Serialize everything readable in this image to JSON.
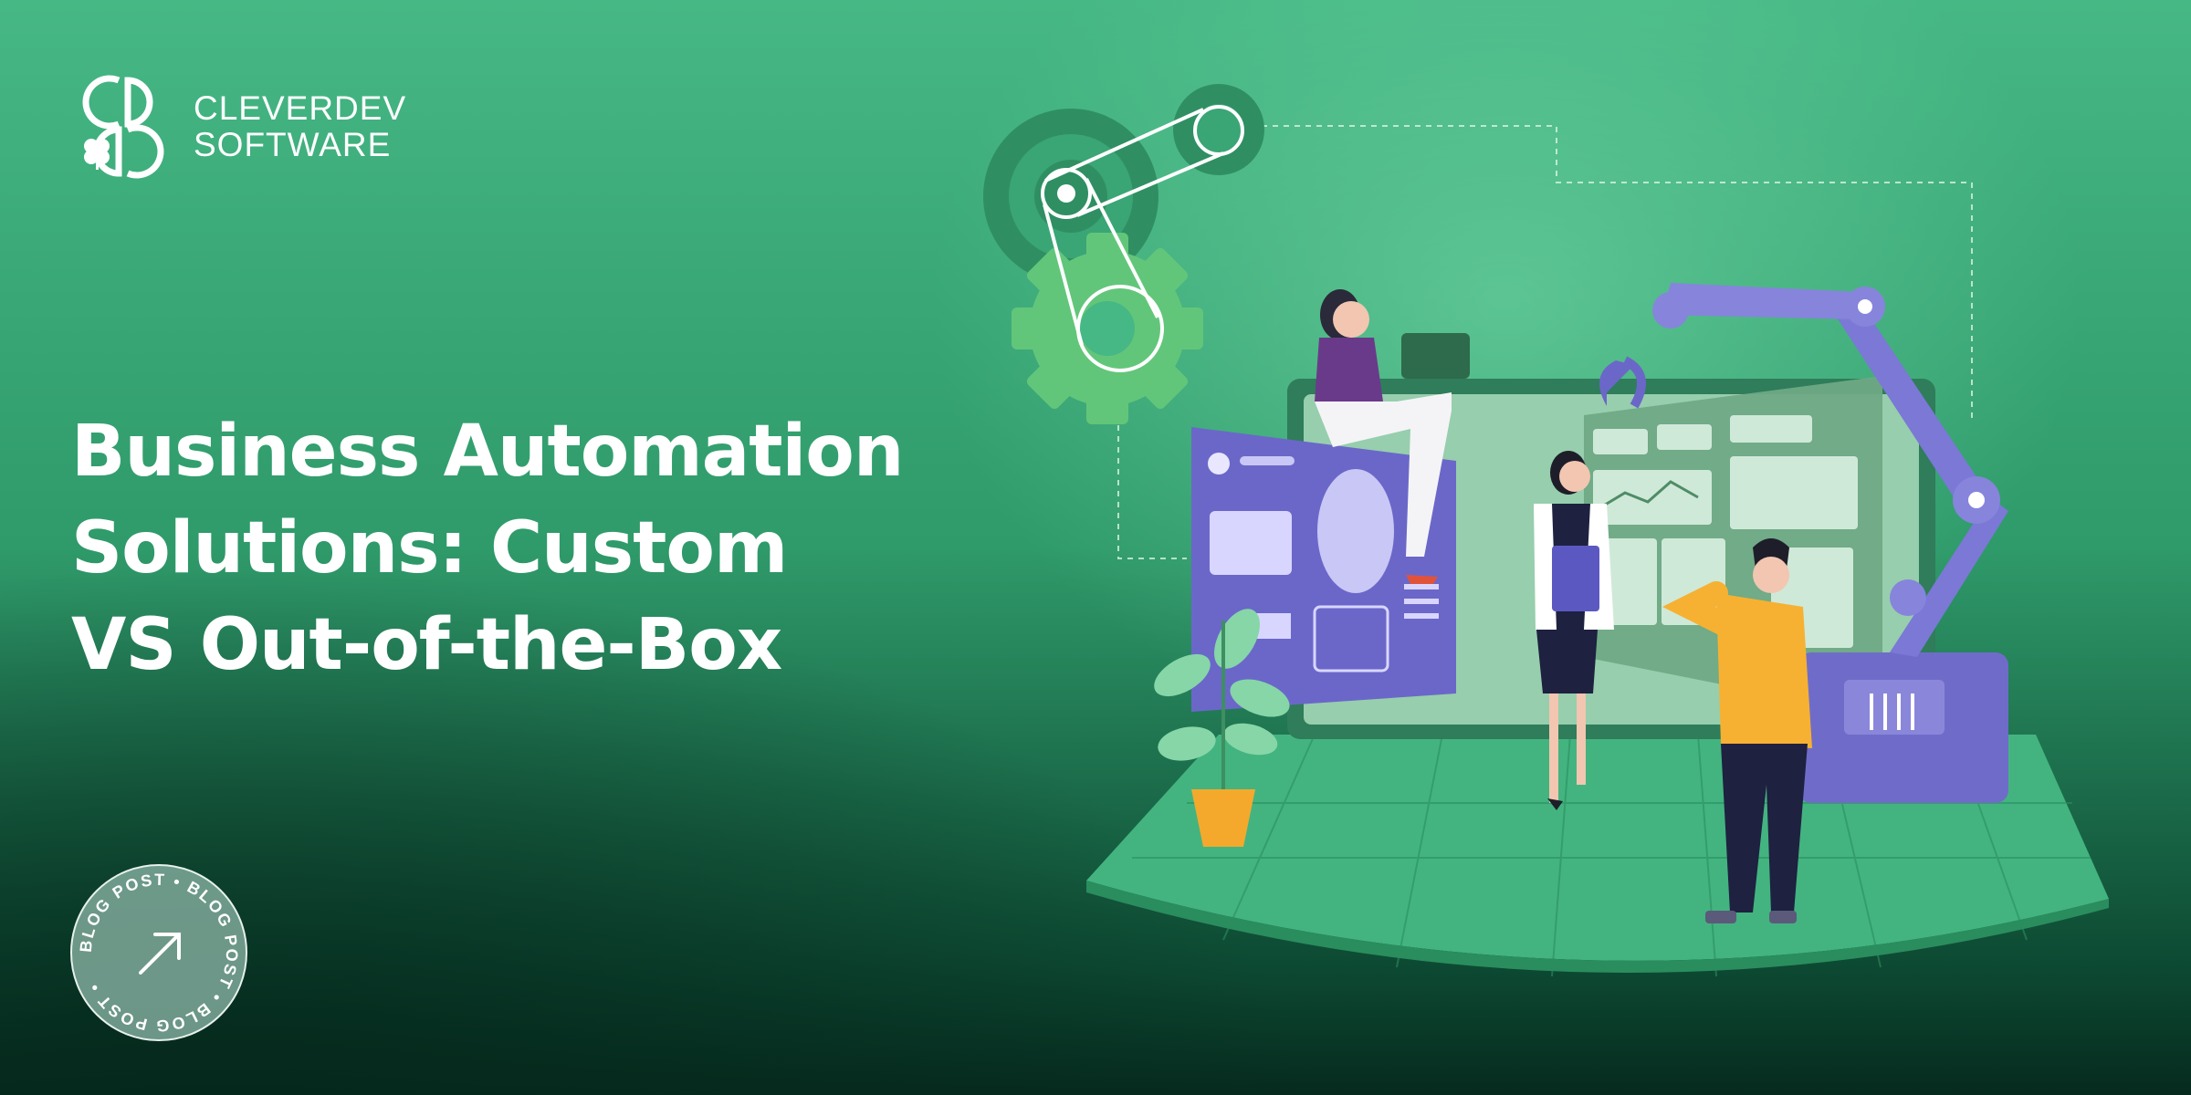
{
  "brand": {
    "name_line1": "CLEVERDEV",
    "name_line2": "SOFTWARE"
  },
  "headline": {
    "line1": "Business Automation",
    "line2": "Solutions: Custom",
    "line3": "VS Out-of-the-Box"
  },
  "badge": {
    "text": "BLOG POST • BLOG POST • BLOG POST •"
  },
  "colors": {
    "background": "#3aa775",
    "robot": "#7b78d6",
    "floor": "#3fb27f",
    "accent_shirt": "#f6b133"
  },
  "icons": [
    "clover-icon",
    "arrow-up-right-icon",
    "gear-icon",
    "robot-arm-icon",
    "plant-icon"
  ]
}
